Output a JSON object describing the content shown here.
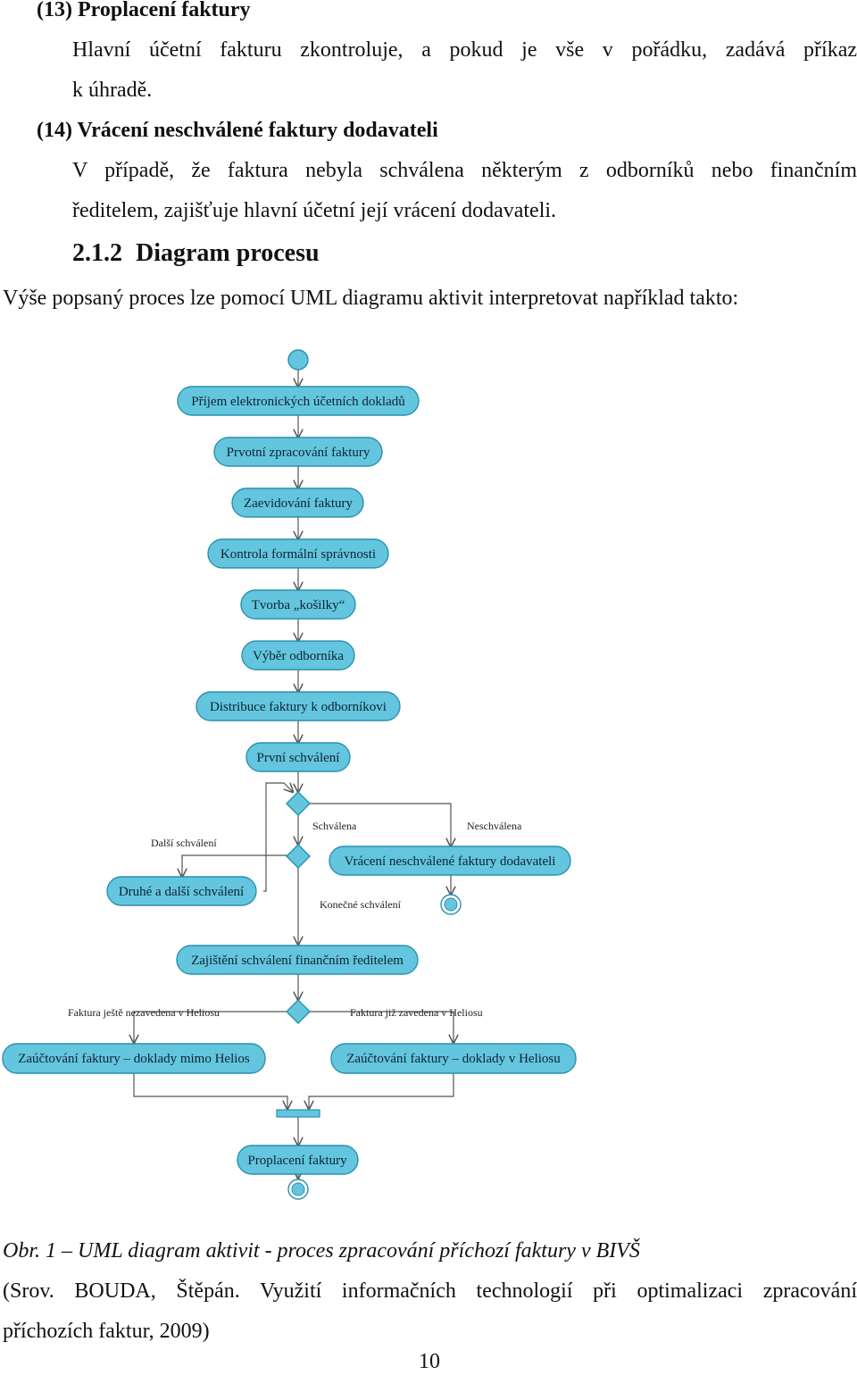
{
  "section13": {
    "heading": "(13) Proplacení faktury",
    "line1": "Hlavní účetní fakturu zkontroluje, a pokud je vše v pořádku, zadává příkaz",
    "line2": "k úhradě."
  },
  "section14": {
    "heading": "(14) Vrácení neschválené faktury dodavateli",
    "line1": "V případě, že faktura nebyla schválena některým z odborníků nebo finančním",
    "line2": "ředitelem, zajišťuje hlavní účetní její vrácení dodavateli."
  },
  "subsection": {
    "number": "2.1.2",
    "title": "Diagram procesu"
  },
  "intro": "Výše popsaný proces lze pomocí UML diagramu aktivit interpretovat například takto:",
  "diagram": {
    "activities": {
      "a1": "Příjem elektronických účetních dokladů",
      "a2": "Prvotní zpracování faktury",
      "a3": "Zaevidování faktury",
      "a4": "Kontrola formální správnosti",
      "a5": "Tvorba „košilky“",
      "a6": "Výběr odborníka",
      "a7": "Distribuce faktury k odborníkovi",
      "a8": "První schválení",
      "a9": "Vrácení neschválené faktury dodavateli",
      "a10": "Druhé a další schválení",
      "a11": "Zajištění schválení finančním ředitelem",
      "a12": "Zaúčtování faktury – doklady mimo Helios",
      "a13": "Zaúčtování faktury – doklady v Heliosu",
      "a14": "Proplacení faktury"
    },
    "guards": {
      "schvalena": "Schválena",
      "neschvalena": "Neschválena",
      "dalsi": "Další schválení",
      "konecne": "Konečné schválení",
      "nezavedena": "Faktura ještě nezavedena v Heliosu",
      "zavedena": "Faktura již zavedena v Heliosu"
    },
    "colors": {
      "fill": "#63c6de",
      "stroke": "#2b8fae"
    }
  },
  "caption": "Obr. 1 – UML diagram aktivit - proces zpracování příchozí faktury v BIVŠ",
  "source": {
    "line1": "(Srov. BOUDA, Štěpán. Využití informačních technologií při optimalizaci zpracování",
    "line2": "příchozích faktur, 2009)"
  },
  "page_number": "10"
}
